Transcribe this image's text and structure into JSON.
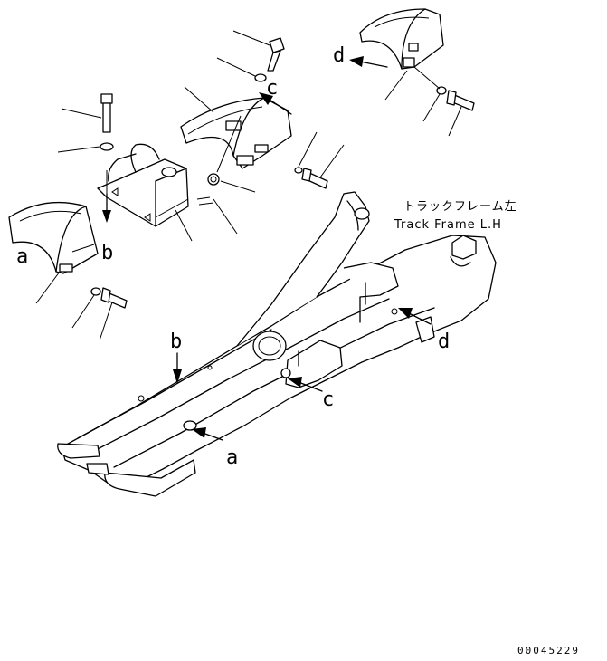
{
  "caption": {
    "jp": "トラックフレーム左",
    "en": "Track Frame L.H"
  },
  "labels": {
    "a_left": "a",
    "b_left": "b",
    "c_top": "c",
    "d_top": "d",
    "b_frame": "b",
    "a_frame": "a",
    "c_frame": "c",
    "d_frame": "d"
  },
  "drawing_code": "00045229"
}
